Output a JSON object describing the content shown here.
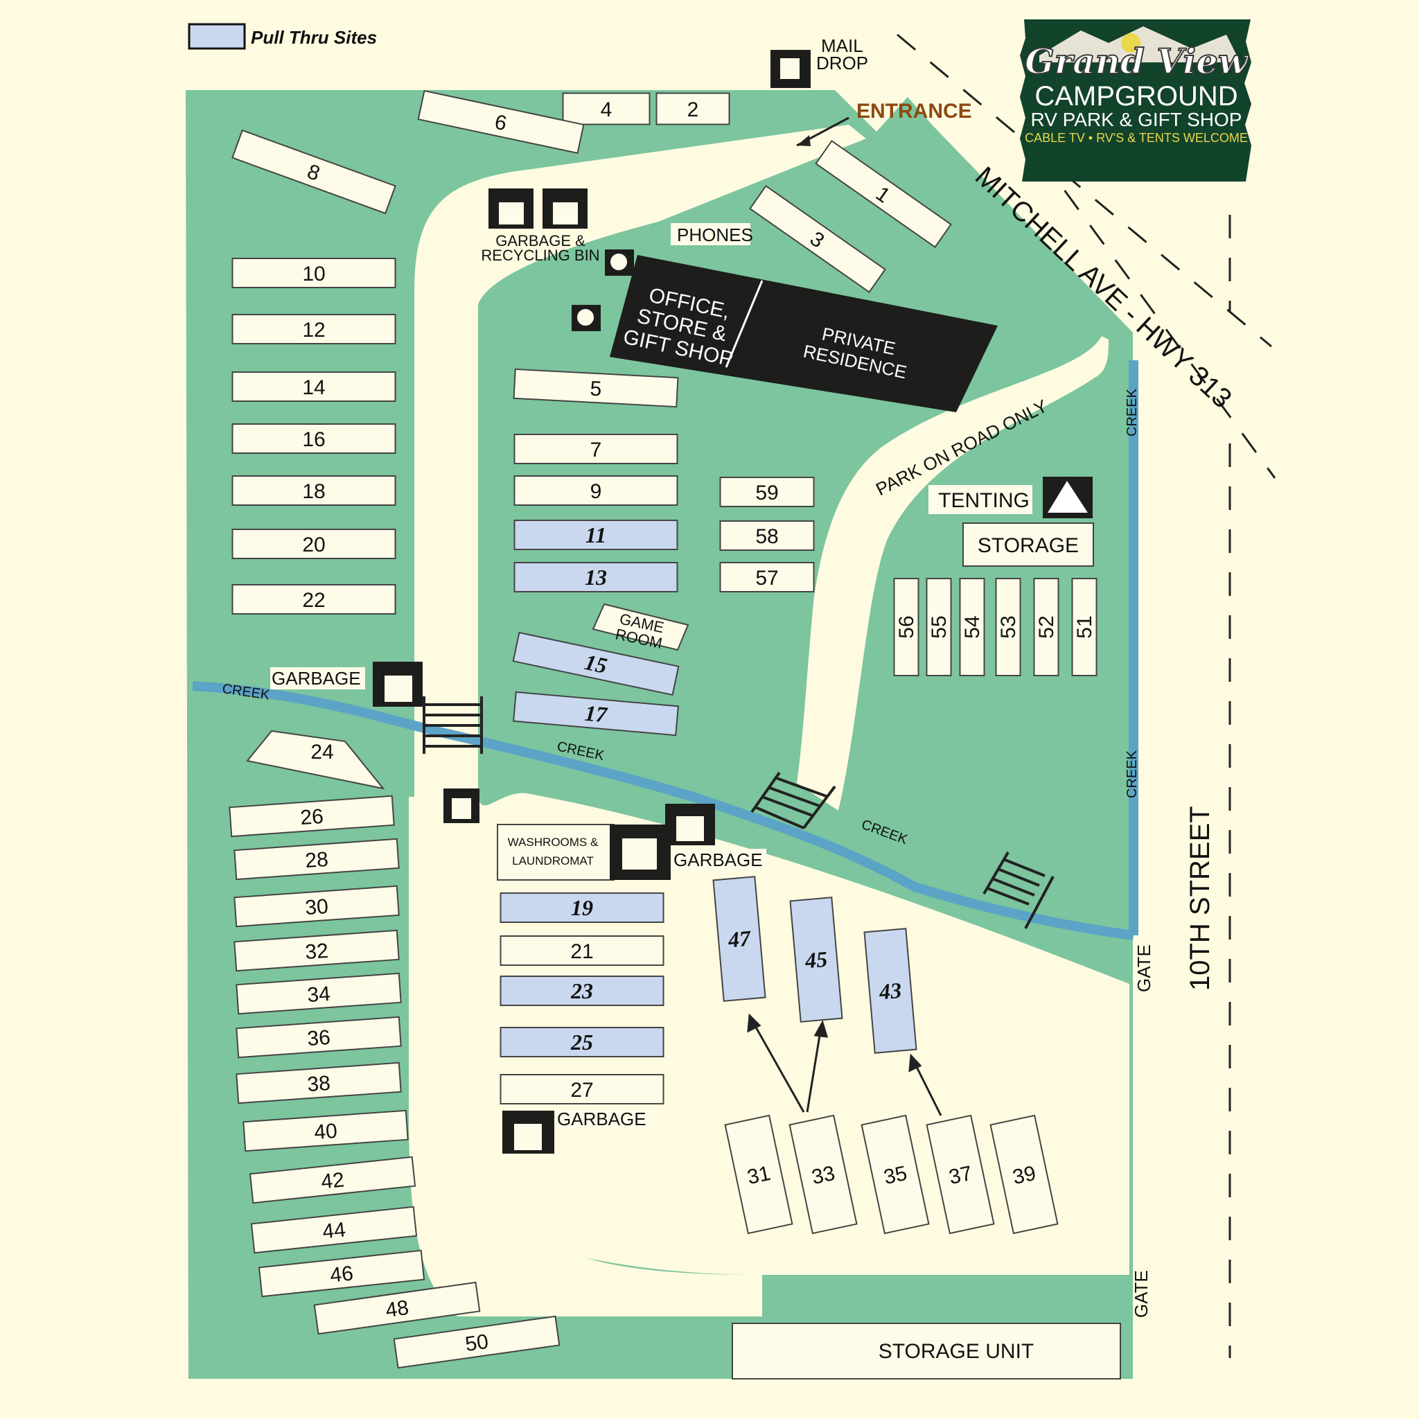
{
  "legend": {
    "label": "Pull Thru Sites"
  },
  "logo": {
    "name": "Grand View",
    "line1": "CAMPGROUND",
    "line2": "RV PARK & GIFT SHOP",
    "line3": "CABLE TV • RV'S & TENTS WELCOME"
  },
  "labels": {
    "mail_line1": "MAIL",
    "mail_line2": "DROP",
    "entrance": "ENTRANCE",
    "phones": "PHONES",
    "garbage_recycling_line1": "GARBAGE &",
    "garbage_recycling_line2": "RECYCLING BIN",
    "office_line1": "OFFICE,",
    "office_line2": "STORE &",
    "office_line3": "GIFT SHOP",
    "residence_line1": "PRIVATE",
    "residence_line2": "RESIDENCE",
    "park_on_road": "PARK ON ROAD ONLY",
    "tenting": "TENTING",
    "storage": "STORAGE",
    "game_line1": "GAME",
    "game_line2": "ROOM",
    "garbage": "GARBAGE",
    "creek": "CREEK",
    "washrooms_line1": "WASHROOMS &",
    "washrooms_line2": "LAUNDROMAT",
    "gate": "GATE",
    "storage_unit": "STORAGE UNIT",
    "street_mitchell": "MITCHELL AVE - HWY 313",
    "street_10th": "10TH STREET"
  },
  "sites": [
    {
      "n": "1",
      "pull": false
    },
    {
      "n": "2",
      "pull": false
    },
    {
      "n": "3",
      "pull": false
    },
    {
      "n": "4",
      "pull": false
    },
    {
      "n": "5",
      "pull": false
    },
    {
      "n": "6",
      "pull": false
    },
    {
      "n": "7",
      "pull": false
    },
    {
      "n": "8",
      "pull": false
    },
    {
      "n": "9",
      "pull": false
    },
    {
      "n": "10",
      "pull": false
    },
    {
      "n": "11",
      "pull": true
    },
    {
      "n": "12",
      "pull": false
    },
    {
      "n": "13",
      "pull": true
    },
    {
      "n": "14",
      "pull": false
    },
    {
      "n": "15",
      "pull": true
    },
    {
      "n": "16",
      "pull": false
    },
    {
      "n": "17",
      "pull": true
    },
    {
      "n": "18",
      "pull": false
    },
    {
      "n": "19",
      "pull": true
    },
    {
      "n": "20",
      "pull": false
    },
    {
      "n": "21",
      "pull": false
    },
    {
      "n": "22",
      "pull": false
    },
    {
      "n": "23",
      "pull": true
    },
    {
      "n": "24",
      "pull": false
    },
    {
      "n": "25",
      "pull": true
    },
    {
      "n": "26",
      "pull": false
    },
    {
      "n": "27",
      "pull": false
    },
    {
      "n": "28",
      "pull": false
    },
    {
      "n": "30",
      "pull": false
    },
    {
      "n": "31",
      "pull": false
    },
    {
      "n": "32",
      "pull": false
    },
    {
      "n": "33",
      "pull": false
    },
    {
      "n": "34",
      "pull": false
    },
    {
      "n": "35",
      "pull": false
    },
    {
      "n": "36",
      "pull": false
    },
    {
      "n": "37",
      "pull": false
    },
    {
      "n": "38",
      "pull": false
    },
    {
      "n": "39",
      "pull": false
    },
    {
      "n": "40",
      "pull": false
    },
    {
      "n": "42",
      "pull": false
    },
    {
      "n": "43",
      "pull": true
    },
    {
      "n": "44",
      "pull": false
    },
    {
      "n": "45",
      "pull": true
    },
    {
      "n": "46",
      "pull": false
    },
    {
      "n": "47",
      "pull": true
    },
    {
      "n": "48",
      "pull": false
    },
    {
      "n": "50",
      "pull": false
    },
    {
      "n": "51",
      "pull": false
    },
    {
      "n": "52",
      "pull": false
    },
    {
      "n": "53",
      "pull": false
    },
    {
      "n": "54",
      "pull": false
    },
    {
      "n": "55",
      "pull": false
    },
    {
      "n": "56",
      "pull": false
    },
    {
      "n": "57",
      "pull": false
    },
    {
      "n": "58",
      "pull": false
    },
    {
      "n": "59",
      "pull": false
    }
  ],
  "colors": {
    "background": "#fefbe0",
    "grass": "#7cc59e",
    "road": "#fefbe0",
    "site": "#fefce8",
    "pull_thru": "#c9d8ef",
    "creek": "#5ba4c7",
    "building": "#1d1d1b",
    "logo_bg": "#12432b",
    "logo_accent": "#e8d84a",
    "entrance": "#8b4a12"
  }
}
